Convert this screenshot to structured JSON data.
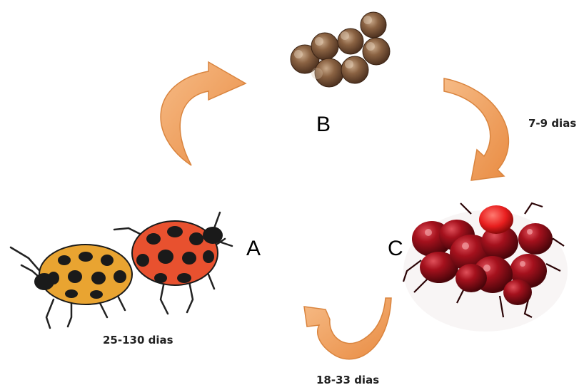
{
  "stages": {
    "adult": {
      "letter": "A",
      "duration": "25-130 dias"
    },
    "eggs": {
      "letter": "B"
    },
    "nymphs": {
      "letter": "C"
    }
  },
  "transitions": {
    "eggs_to_nymphs": "7-9 dias",
    "nymphs_to_adult": "18-33 dias"
  },
  "colors": {
    "arrow_fill": "#f1a15f",
    "arrow_stroke": "#d9843e",
    "egg": "#6e4a30",
    "nymph": "#8e0f19",
    "adult_orange": "#e9a431",
    "adult_red": "#e8512f"
  }
}
